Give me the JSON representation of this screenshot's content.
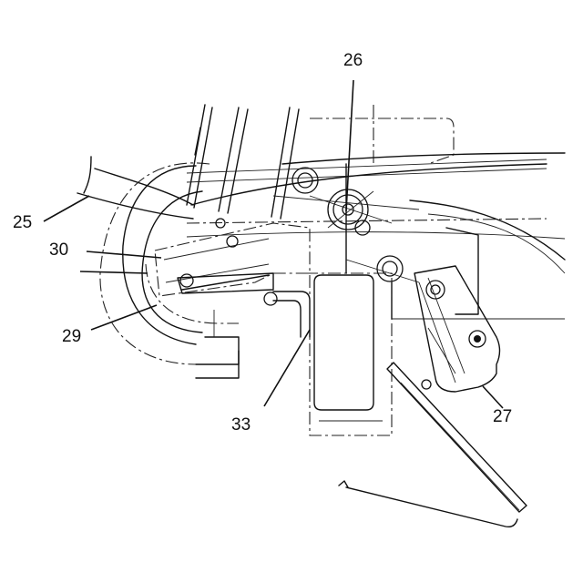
{
  "labels": {
    "l25": "25",
    "l26": "26",
    "l27": "27",
    "l29": "29",
    "l30": "30",
    "l33": "33"
  }
}
